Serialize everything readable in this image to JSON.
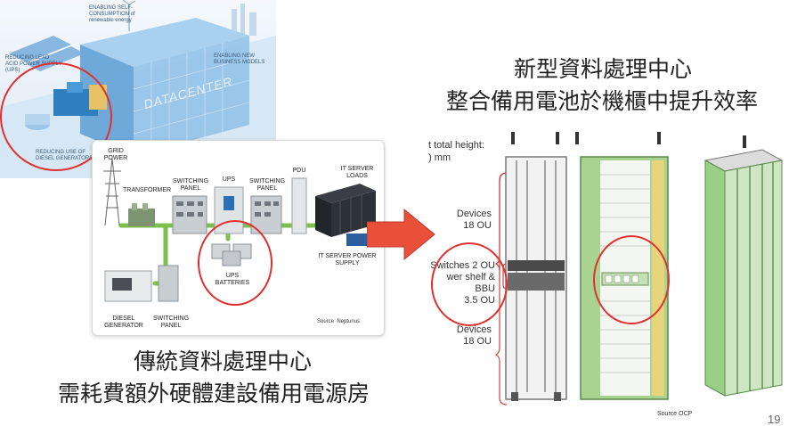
{
  "datacenter_illustration": {
    "wall_text": "DATACENTER",
    "callouts": [
      "ENABLING SELF-CONSUMPTION of renewable energy",
      "REDUCING LEAD ACID POWER SUPPLY (UPS)",
      "ENABLING NEW BUSINESS MODELS",
      "REDUCING USE OF DIESEL GENERATORS"
    ]
  },
  "power_diagram": {
    "labels": {
      "grid_power": "GRID POWER",
      "transformer": "TRANSFORMER",
      "switching_panel_1": "SWITCHING PANEL",
      "ups": "UPS",
      "switching_panel_2": "SWITCHING PANEL",
      "pdu": "PDU",
      "it_server_loads": "IT SERVER LOADS",
      "it_server_power_supply": "IT SERVER POWER SUPPLY",
      "ups_batteries": "UPS BATTERIES",
      "diesel_generator": "DIESEL GENERATOR",
      "switching_panel_3": "SWITCHING PANEL"
    },
    "source": "Source  Neptunus"
  },
  "left_caption": {
    "line1": "傳統資料處理中心",
    "line2": "需耗費額外硬體建設備用電源房"
  },
  "right_title": {
    "line1": "新型資料處理中心",
    "line2": "整合備用電池於機櫃中提升效率"
  },
  "rack_labels": {
    "total_height_1": "t total height:",
    "total_height_2": ") mm",
    "devices_top": "Devices",
    "devices_top_ou": "18 OU",
    "switches": "Switches 2 OU",
    "power_shelf": "wer shelf & BBU",
    "power_shelf_ou": "3.5 OU",
    "devices_bottom": "Devices",
    "devices_bottom_ou": "18 OU"
  },
  "source_ocp": "Source OCP",
  "page_number": "19",
  "colors": {
    "highlight_circle": "#e03030",
    "arrow": "#e8503a",
    "rack_green": "#8dc77a",
    "datacenter_blue": "#7fb8e0"
  }
}
